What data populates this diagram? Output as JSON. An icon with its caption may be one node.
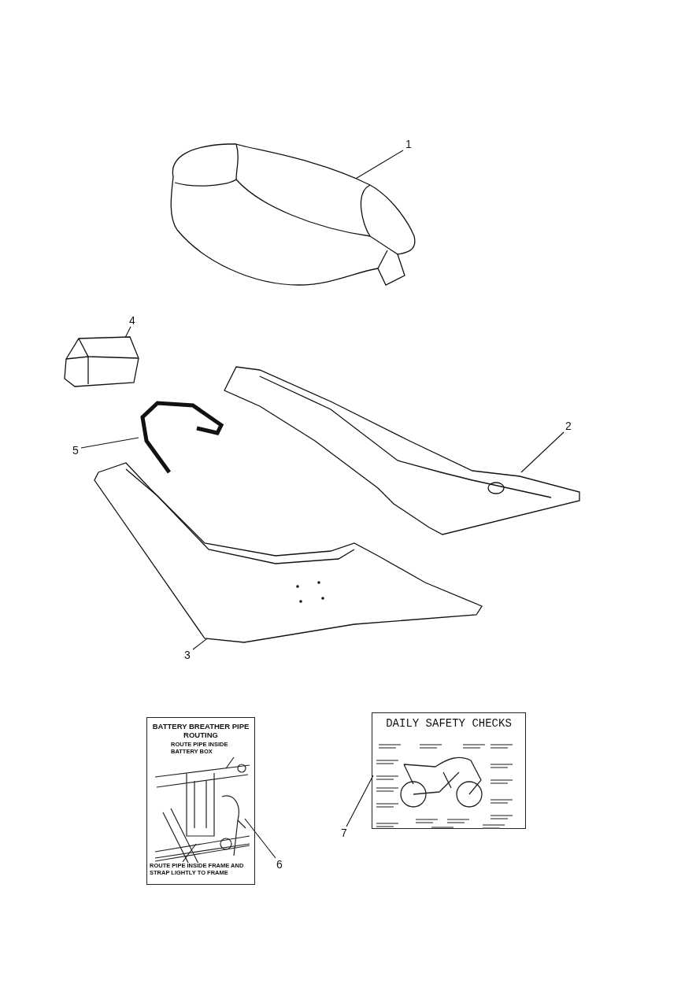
{
  "diagram": {
    "nodes": [
      {
        "text": [
          "1"
        ]
      },
      {
        "text": [],
        "shape": "picture"
      },
      {
        "text": [
          "4"
        ]
      },
      {
        "text": [],
        "shape": "picture"
      },
      {
        "text": [
          "2"
        ]
      },
      {
        "text": [],
        "shape": "picture"
      },
      {
        "text": [
          "5"
        ]
      },
      {
        "text": [],
        "shape": "picture"
      },
      {
        "text": [
          "3"
        ]
      },
      {
        "text": [],
        "shape": "picture"
      },
      {
        "text": [
          "BATTERY BREATHER PIPE ROUTING",
          "ROUTE PIPE INSIDE BATTERY BOX",
          "ROUTE PIPE INSIDE FRAME AND STRAP LIGHTLY TO FRAME"
        ]
      },
      {
        "text": [
          "6"
        ]
      },
      {
        "text": [
          "DAILY SAFETY CHECKS"
        ]
      },
      {
        "text": [
          "7"
        ]
      }
    ],
    "edges": [
      {
        "from": 0,
        "to": 1,
        "arrow": "none"
      },
      {
        "from": 2,
        "to": 3,
        "arrow": "none"
      },
      {
        "from": 4,
        "to": 5,
        "arrow": "none"
      },
      {
        "from": 6,
        "to": 7,
        "arrow": "none"
      },
      {
        "from": 8,
        "to": 9,
        "arrow": "none"
      },
      {
        "from": 11,
        "to": 10,
        "arrow": "none"
      },
      {
        "from": 13,
        "to": 12,
        "arrow": "none"
      }
    ]
  }
}
